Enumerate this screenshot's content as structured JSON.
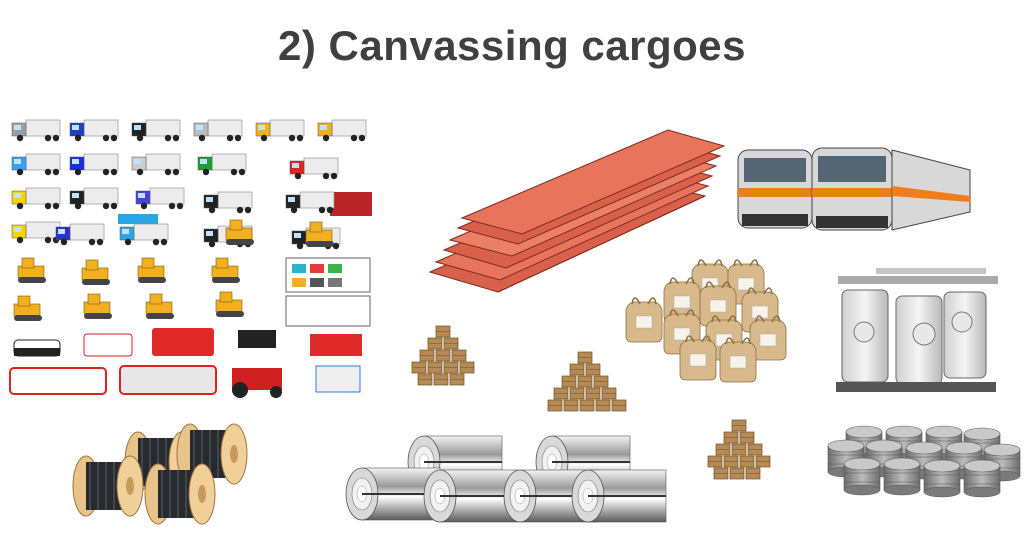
{
  "slide": {
    "title": "2) Canvassing cargoes"
  },
  "illustrations": [
    {
      "name": "vehicles-group-icon",
      "label": "trucks, construction machines and vehicles"
    },
    {
      "name": "steel-beams-icon",
      "label": "steel H-beams"
    },
    {
      "name": "train-icon",
      "label": "commuter train"
    },
    {
      "name": "bulk-bags-icon",
      "label": "flexible bulk bags"
    },
    {
      "name": "tanks-plant-icon",
      "label": "industrial tanks"
    },
    {
      "name": "cartons-stack-icon",
      "label": "stacked cartons"
    },
    {
      "name": "cable-drums-icon",
      "label": "cable drums"
    },
    {
      "name": "steel-coils-icon",
      "label": "steel coils"
    },
    {
      "name": "drums-icon",
      "label": "steel drums"
    }
  ],
  "colors": {
    "title": "#404040",
    "beam": "#d9604a",
    "train_stripe": "#f07d1a",
    "carton": "#b58a55",
    "bag": "#d8b98b",
    "wood": "#e8c48a"
  }
}
